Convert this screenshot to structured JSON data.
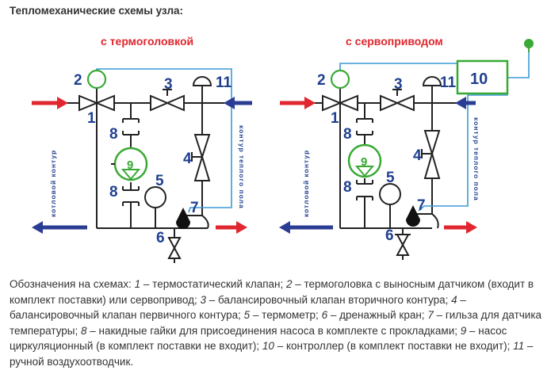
{
  "title": "Тепломеханические схемы узла:",
  "diagram_left": {
    "caption": "с термоголовкой",
    "label_left_vertical": "котловой контур",
    "label_right_vertical": "контур теплого пола",
    "numbers": {
      "n1": "1",
      "n2": "2",
      "n3": "3",
      "n4": "4",
      "n5": "5",
      "n6": "6",
      "n7": "7",
      "n8a": "8",
      "n8b": "8",
      "n9": "9",
      "n11": "11"
    }
  },
  "diagram_right": {
    "caption": "с сервоприводом",
    "label_left_vertical": "котловой контур",
    "label_right_vertical": "контур теплого пола",
    "numbers": {
      "n1": "1",
      "n2": "2",
      "n3": "3",
      "n4": "4",
      "n5": "5",
      "n6": "6",
      "n7": "7",
      "n8a": "8",
      "n8b": "8",
      "n9": "9",
      "n10": "10",
      "n11": "11"
    }
  },
  "colors": {
    "caption": "#e0262e",
    "number": "#1f3f8f",
    "pipe": "#222222",
    "capillary": "#3a9ad6",
    "arrow_red": "#e0262e",
    "arrow_blue": "#2b3d93",
    "green": "#39a935"
  },
  "legend": [
    {
      "t": "Обозначения на схемах: ",
      "i": false
    },
    {
      "t": "1",
      "i": true
    },
    {
      "t": " – термостатический клапан; ",
      "i": false
    },
    {
      "t": "2",
      "i": true
    },
    {
      "t": " – термоголовка с выносным датчиком (входит в комплект поставки) или сервопривод; ",
      "i": false
    },
    {
      "t": "3",
      "i": true
    },
    {
      "t": " – балансировочный клапан вторичного контура; ",
      "i": false
    },
    {
      "t": "4",
      "i": true
    },
    {
      "t": " – балансировочный клапан первичного контура; ",
      "i": false
    },
    {
      "t": "5",
      "i": true
    },
    {
      "t": " – термометр; ",
      "i": false
    },
    {
      "t": "6",
      "i": true
    },
    {
      "t": " – дренажный кран; ",
      "i": false
    },
    {
      "t": "7",
      "i": true
    },
    {
      "t": " – гильза для датчика температуры; ",
      "i": false
    },
    {
      "t": "8",
      "i": true
    },
    {
      "t": " – накидные гайки для присоединения насоса в комплекте с прокладками; ",
      "i": false
    },
    {
      "t": "9",
      "i": true
    },
    {
      "t": " – насос циркуляционный (в комплект поставки не входит); ",
      "i": false
    },
    {
      "t": "10",
      "i": true
    },
    {
      "t": " – контроллер (в комплект поставки не входит); ",
      "i": false
    },
    {
      "t": "11",
      "i": true
    },
    {
      "t": " – ручной воздухоотводчик.",
      "i": false
    }
  ]
}
